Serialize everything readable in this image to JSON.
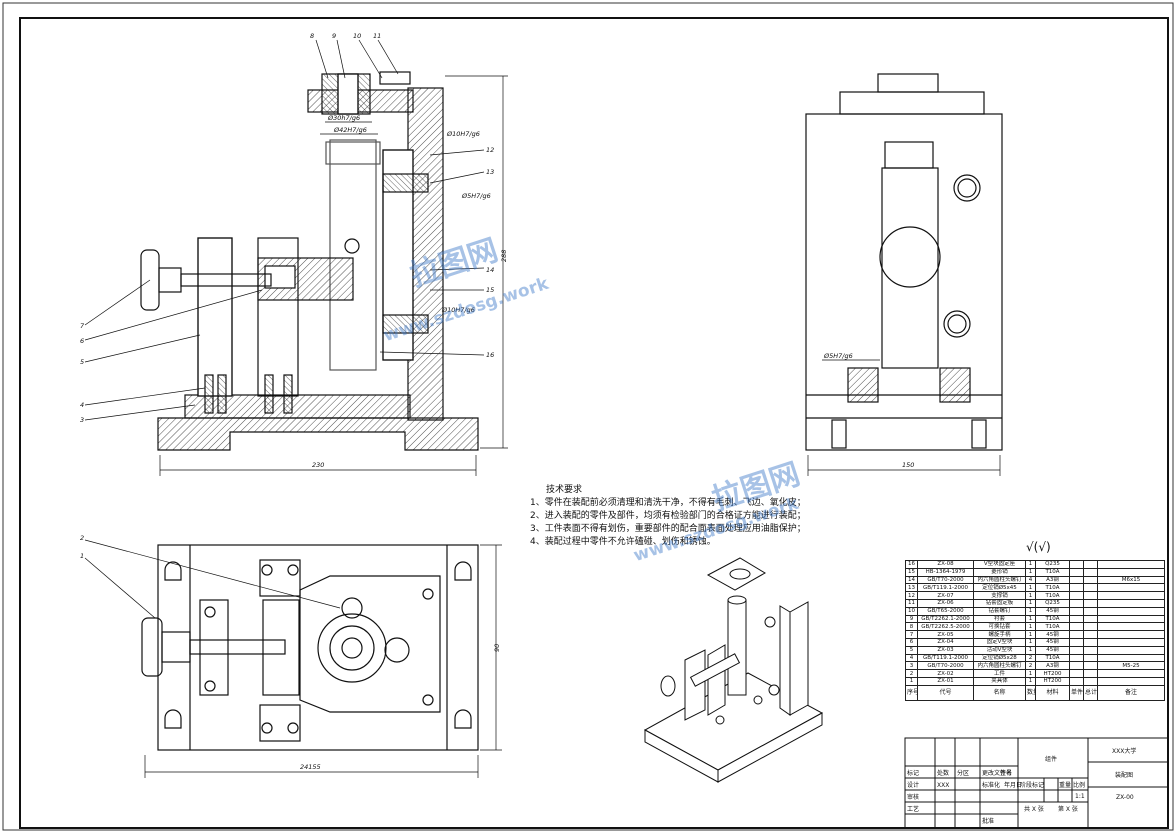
{
  "views": {
    "front": {
      "balloons": [
        "8",
        "9",
        "10",
        "11",
        "12",
        "13",
        "7",
        "6",
        "5",
        "4",
        "3",
        "14",
        "15",
        "16"
      ],
      "dims": {
        "d36": "Ø30h7/g6",
        "d42": "Ø42H7/g6",
        "d10a": "Ø10H7/g6",
        "d5": "Ø5H7/g6",
        "d10b": "Ø10H7/g6",
        "height": "288",
        "width": "230"
      }
    },
    "side": {
      "dims": {
        "d5": "Ø5H7/g6",
        "width": "150"
      }
    },
    "top": {
      "balloons": [
        "2",
        "1"
      ],
      "dims": {
        "width": "24155",
        "height": "90"
      }
    }
  },
  "notes": {
    "title": "技术要求",
    "lines": [
      "1、零件在装配前必须清理和清洗干净，不得有毛刺、飞边、氧化皮；",
      "2、进入装配的零件及部件，均须有检验部门的合格证方能进行装配；",
      "3、工件表面不得有划伤，重要部件的配合面表面处理应用油脂保护；",
      "4、装配过程中零件不允许磕碰、划伤和锈蚀。"
    ]
  },
  "roughness": "√(√)",
  "bom": {
    "rows": [
      [
        "16",
        "ZX-08",
        "V型块固定座",
        "1",
        "Q235",
        "",
        "",
        ""
      ],
      [
        "15",
        "HB-1364-1979",
        "菱形销",
        "1",
        "T10A",
        "",
        "",
        ""
      ],
      [
        "14",
        "GB/T70-2000",
        "内六角圆柱头螺钉",
        "4",
        "A3钢",
        "",
        "",
        "M6x15"
      ],
      [
        "13",
        "GB/T119.1-2000",
        "定位销Ø5x45",
        "1",
        "T10A",
        "",
        "",
        ""
      ],
      [
        "12",
        "ZX-07",
        "支撑销",
        "1",
        "T10A",
        "",
        "",
        ""
      ],
      [
        "11",
        "ZX-06",
        "钻套固定板",
        "1",
        "Q235",
        "",
        "",
        ""
      ],
      [
        "10",
        "GB/T65-2000",
        "钻套螺钉",
        "1",
        "45钢",
        "",
        "",
        ""
      ],
      [
        "9",
        "GB/T2262.1-2000",
        "衬套",
        "1",
        "T10A",
        "",
        "",
        ""
      ],
      [
        "8",
        "GB/T2262.5-2000",
        "可换钻套",
        "1",
        "T10A",
        "",
        "",
        ""
      ],
      [
        "7",
        "ZX-05",
        "螺旋手柄",
        "1",
        "45钢",
        "",
        "",
        ""
      ],
      [
        "6",
        "ZX-04",
        "固定V型块",
        "1",
        "45钢",
        "",
        "",
        ""
      ],
      [
        "5",
        "ZX-03",
        "活动V型块",
        "1",
        "45钢",
        "",
        "",
        ""
      ],
      [
        "4",
        "GB/T119.1-2000",
        "定位销Ø5x28",
        "2",
        "T10A",
        "",
        "",
        ""
      ],
      [
        "3",
        "GB/T70-2000",
        "内六角圆柱头螺钉",
        "2",
        "A3钢",
        "",
        "",
        "M5-25"
      ],
      [
        "2",
        "ZX-02",
        "工件",
        "1",
        "HT200",
        "",
        "",
        ""
      ],
      [
        "1",
        "ZX-01",
        "夹具体",
        "1",
        "HT200",
        "",
        "",
        ""
      ]
    ],
    "header": [
      "序号",
      "代号",
      "名称",
      "数量",
      "材料",
      "单件",
      "总计",
      "备注"
    ],
    "weight_label": "重量"
  },
  "titleblock": {
    "school": "XXX大学",
    "title": "组件",
    "drawing_name": "装配图",
    "code": "ZX-00",
    "scale": "1:1",
    "labels": {
      "mark": "标记",
      "count": "处数",
      "zone": "分区",
      "change_doc": "更改文件号",
      "sign": "签名",
      "date": "年月日",
      "design": "设计",
      "designer": "XXX",
      "standard": "标准化",
      "stage": "阶段标记",
      "weight": "重量",
      "scale_label": "比例",
      "check": "审核",
      "craft": "工艺",
      "approve": "批准",
      "sheets": "共 X 张",
      "sheet_no": "第 X 张"
    }
  },
  "watermark": {
    "text1": "拉图网",
    "text2": "www.szdosg.work"
  }
}
